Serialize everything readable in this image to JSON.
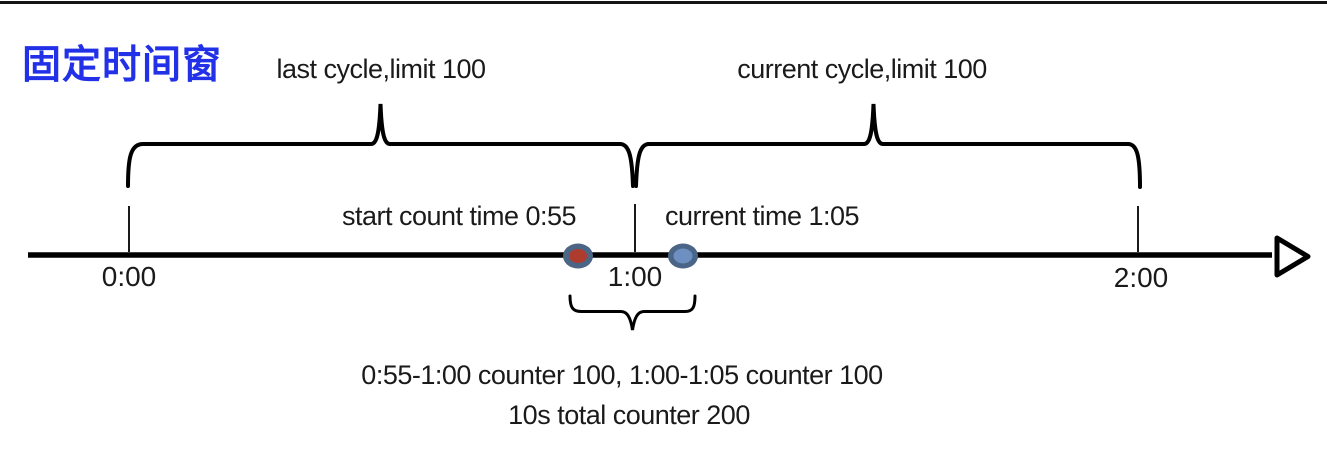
{
  "title": {
    "text": "固定时间窗",
    "color": "#2230e8"
  },
  "top_labels": {
    "last_cycle": "last cycle,limit 100",
    "current_cycle": "current cycle,limit 100"
  },
  "timeline": {
    "tick_labels": [
      "0:00",
      "1:00",
      "2:00"
    ],
    "start_marker_label": "start count time 0:55",
    "current_marker_label": "current time 1:05"
  },
  "annotation": {
    "line1": "0:55-1:00 counter 100, 1:00-1:05 counter 100",
    "line2": "10s total counter 200"
  },
  "colors": {
    "text": "#1a1a1a",
    "line": "#000000",
    "dot_ring": "#4a6585",
    "dot_red": "#ae3c2e",
    "dot_blue": "#6d8fc1"
  }
}
